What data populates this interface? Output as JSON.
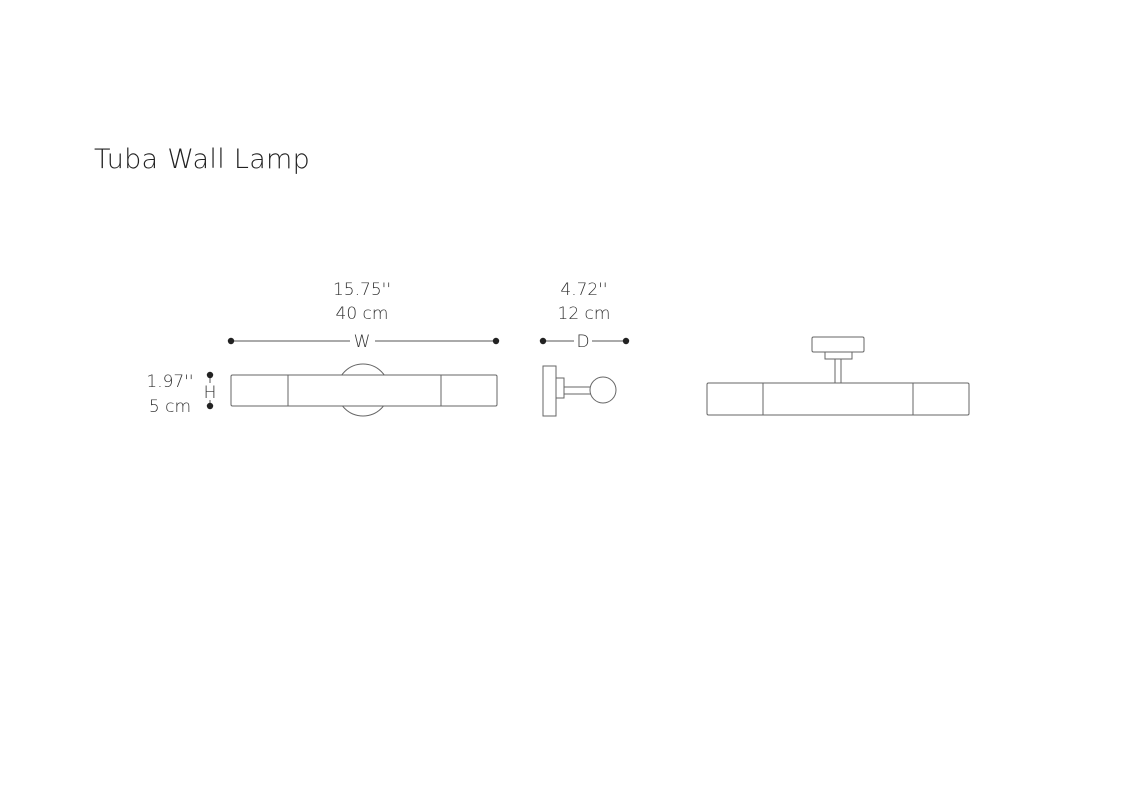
{
  "title": "Tuba Wall Lamp",
  "dimensions": {
    "width": {
      "inches": "15.75''",
      "cm": "40 cm",
      "letter": "W"
    },
    "depth": {
      "inches": "4.72''",
      "cm": "12 cm",
      "letter": "D"
    },
    "height": {
      "inches": "1.97''",
      "cm": "5 cm",
      "letter": "H"
    }
  },
  "views": [
    "front",
    "side",
    "top"
  ]
}
